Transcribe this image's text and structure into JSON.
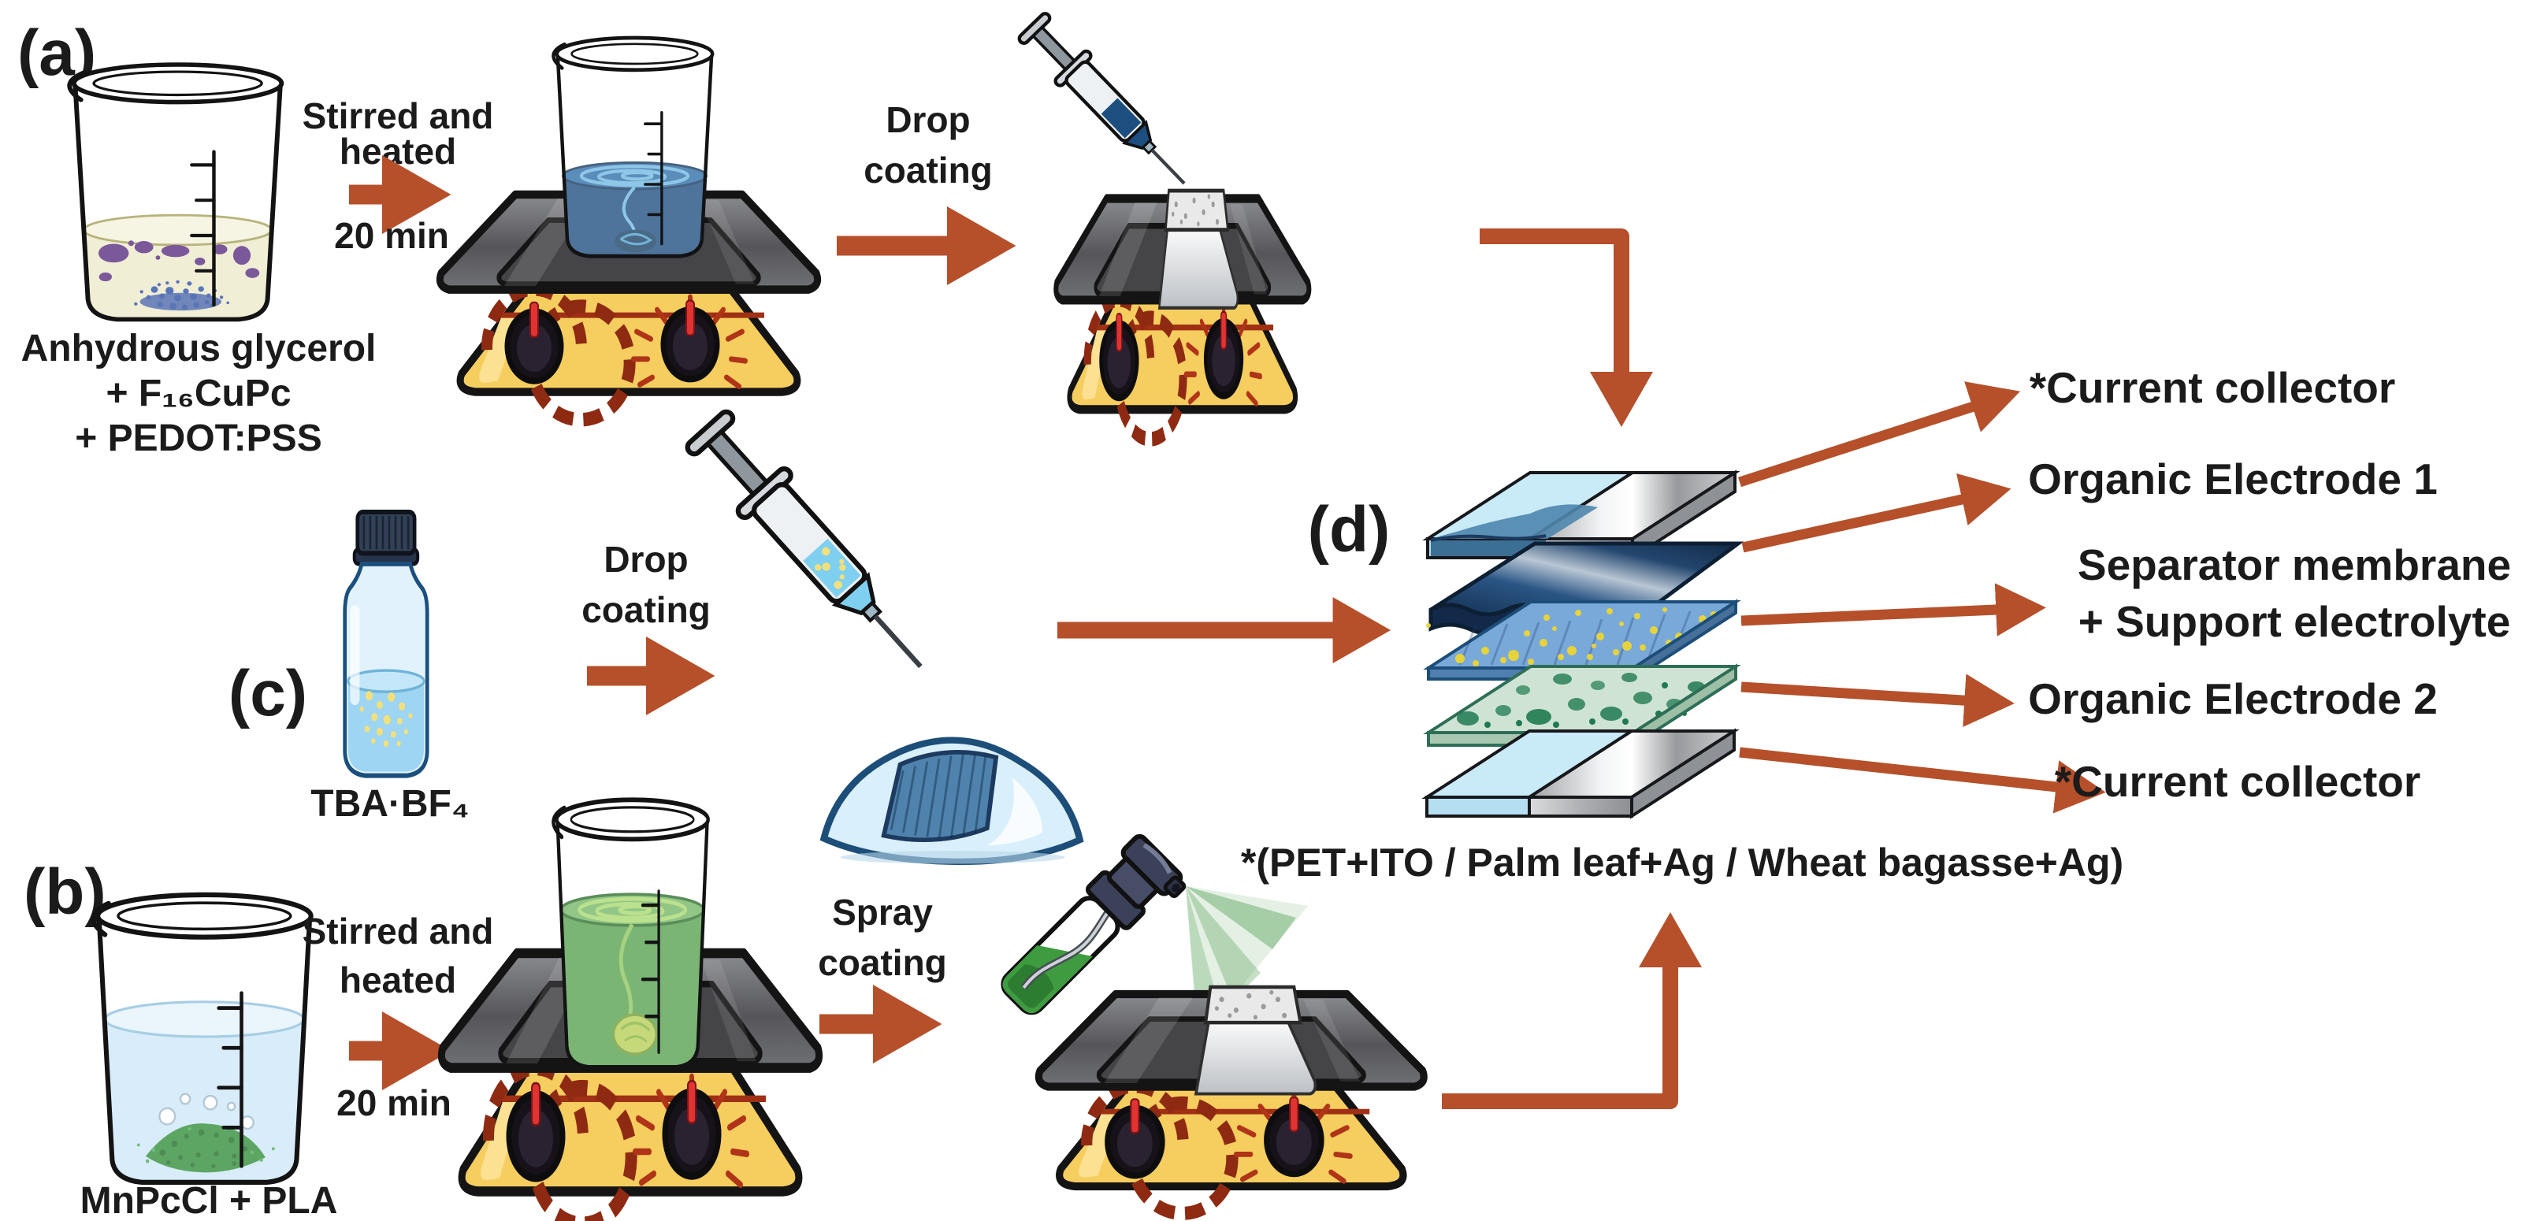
{
  "figure": {
    "panel_a": {
      "label": "(a)",
      "caption": [
        "Anhydrous glycerol",
        "+ F₁₆CuPc",
        "+ PEDOT:PSS"
      ],
      "stir": {
        "line1": "Stirred and",
        "line2": "heated",
        "duration": "20 min"
      },
      "coat": {
        "line1": "Drop",
        "line2": "coating"
      }
    },
    "panel_b": {
      "label": "(b)",
      "caption": "MnPcCl + PLA",
      "stir": {
        "line1": "Stirred and",
        "line2": "heated",
        "duration": "20 min"
      },
      "coat": {
        "line1": "Spray",
        "line2": "coating"
      }
    },
    "panel_c": {
      "label": "(c)",
      "caption": "TBA·BF₄",
      "coat": {
        "line1": "Drop",
        "line2": "coating"
      }
    },
    "panel_d": {
      "label": "(d)",
      "layers": [
        {
          "line1": "*Current collector"
        },
        {
          "line1": "Organic Electrode 1"
        },
        {
          "line1": "Separator membrane",
          "line2": "+ Support electrolyte"
        },
        {
          "line1": "Organic Electrode 2"
        },
        {
          "line1": "*Current collector"
        }
      ],
      "footnote": "*(PET+ITO / Palm leaf+Ag / Wheat bagasse+Ag)"
    },
    "colors": {
      "arrow": "#b5502b",
      "text": "#1b1b1b",
      "hotplate_yellow": "#f6cd5f",
      "hotplate_plate_gray": "#5d5d60",
      "dial_red": "#9e2f12",
      "knob_pointer_red": "#e23333",
      "glycerol_liquid": "#edeacb",
      "f16cupc_purple": "#562a7e",
      "pedot_blue_solution": "#1d4e80",
      "pla_solution": "#cde7f8",
      "mnpc_green": "#2f8c36",
      "green_solution": "#55a04e",
      "electrolyte_blue": "#9dd5f2",
      "tba_salt_yellow": "#f2e07c",
      "collector_pet_blue": "#c9eaf7",
      "collector_silver": "#b9babc",
      "electrode1_navy": "#1d3a5f",
      "separator_blue": "#79a9d9",
      "separator_speckle_yellow": "#e6d33c",
      "electrode2_green": "#cfe3d4",
      "electrode2_blob_green": "#1f7a50"
    }
  }
}
